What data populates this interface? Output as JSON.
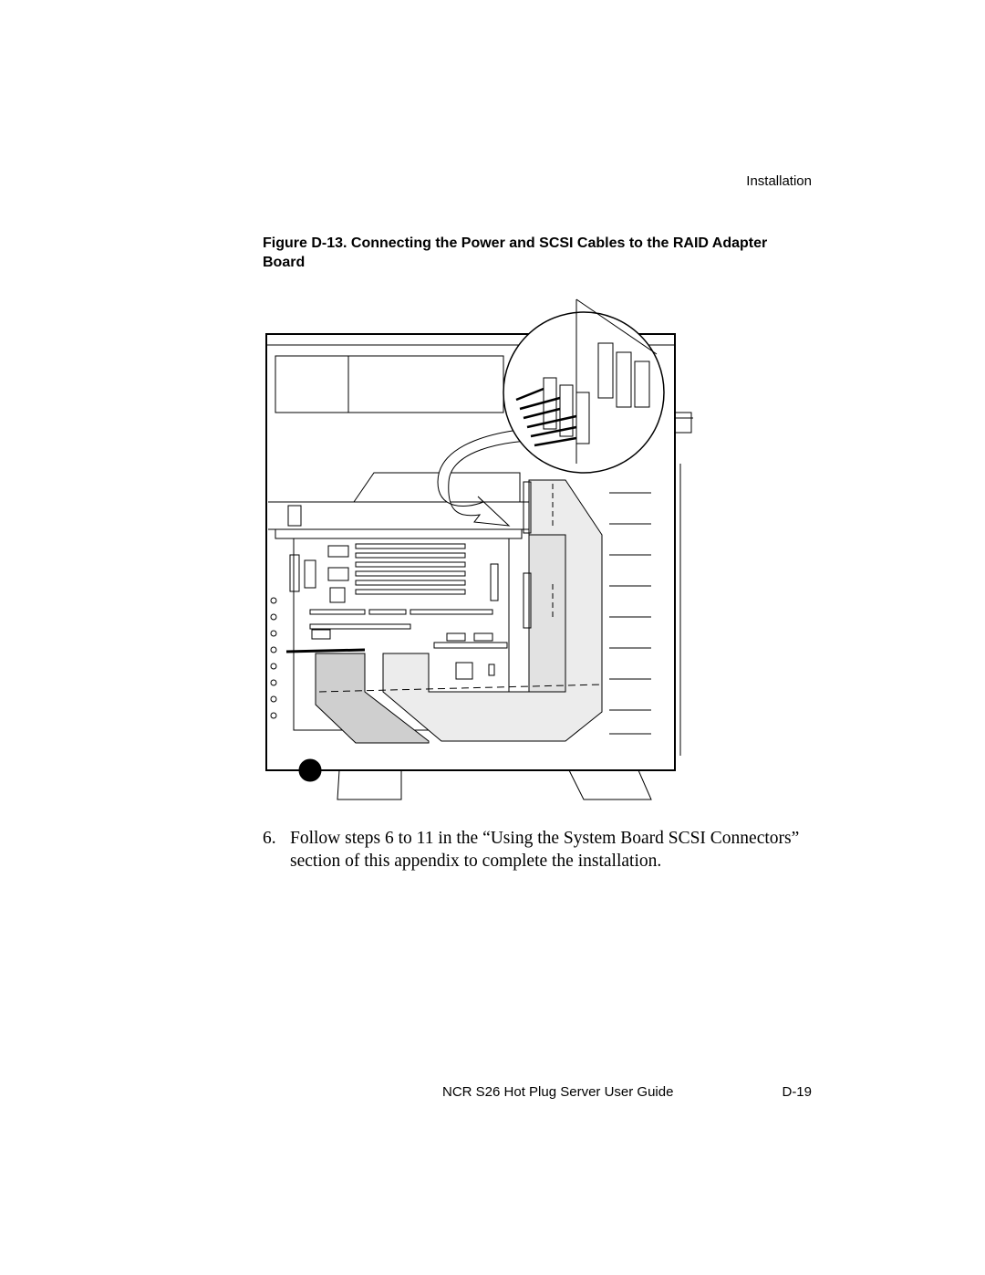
{
  "header": {
    "running_title": "Installation"
  },
  "figure": {
    "caption": "Figure D-13. Connecting the Power and SCSI Cables to the RAID Adapter Board"
  },
  "steps": [
    {
      "number": "6.",
      "text": "Follow steps 6 to 11 in the “Using the System Board SCSI Connectors” section of this appendix to complete the installation."
    }
  ],
  "footer": {
    "title": "NCR S26 Hot Plug Server User Guide",
    "page": "D-19"
  }
}
